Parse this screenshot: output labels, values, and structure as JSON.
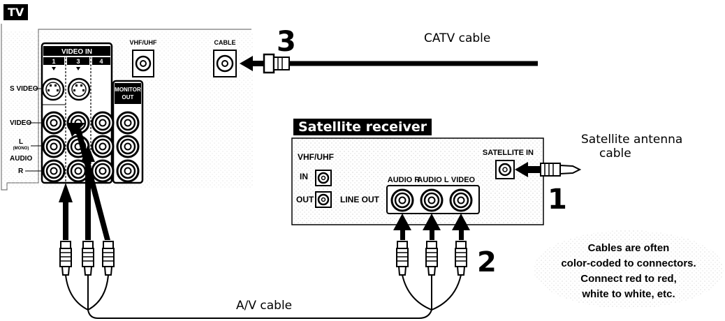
{
  "tv": {
    "tag": "TV",
    "video_in_header": "VIDEO IN",
    "input_numbers": [
      "1",
      "3",
      "4"
    ],
    "monitor_out": [
      "MONITOR",
      "OUT"
    ],
    "row_labels": {
      "s_video": "S VIDEO",
      "video": "VIDEO",
      "left": "L",
      "mono": "(MONO)",
      "audio": "AUDIO",
      "right": "R"
    },
    "antenna_inputs": [
      "VHF/UHF",
      "CABLE"
    ]
  },
  "satellite": {
    "tag": "Satellite receiver",
    "vhf_uhf": "VHF/UHF",
    "in": "IN",
    "out": "OUT",
    "line_out": "LINE OUT",
    "outputs": [
      "AUDIO R",
      "AUDIO L",
      "VIDEO"
    ],
    "satellite_in": "SATELLITE IN"
  },
  "steps": [
    "1",
    "2",
    "3"
  ],
  "labels": {
    "catv_cable": "CATV cable",
    "antenna_cable": [
      "Satellite antenna",
      "cable"
    ],
    "av_cable": "A/V cable",
    "note": [
      "Cables are often",
      "color-coded to connectors.",
      "Connect red to red,",
      "white to white, etc."
    ]
  },
  "colors": {
    "ink": "#000000",
    "panel": "#ffffff",
    "note_bg": "#eeeeee"
  }
}
